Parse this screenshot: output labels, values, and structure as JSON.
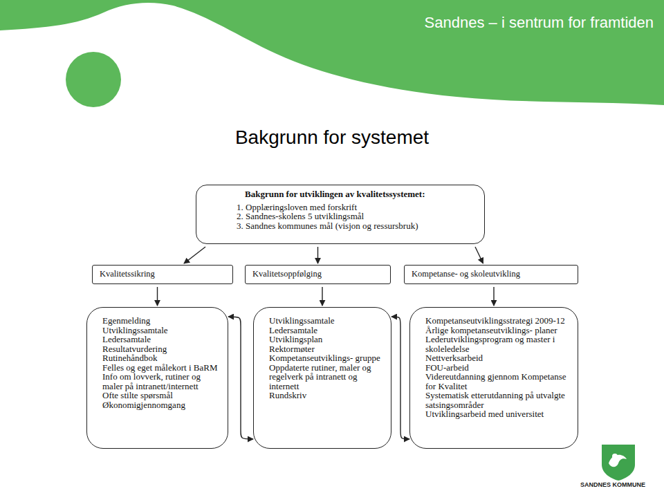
{
  "diagram": {
    "title": "Bakgrunn for systemet",
    "nodes": [
      {
        "text": [
          "Bakgrunn for utviklingen av kvalitetssystemet:",
          "1. Opplæringsloven med forskrift",
          "2. Sandnes-skolens 5 utviklingsmål",
          "3. Sandnes kommunes mål (visjon og ressursbruk)"
        ]
      },
      {
        "text": [
          "Kvalitetssikring"
        ]
      },
      {
        "text": [
          "Kvalitetsoppfølging"
        ]
      },
      {
        "text": [
          "Kompetanse- og skoleutvikling"
        ]
      },
      {
        "text": [
          "Egenmelding",
          "Utviklingssamtale",
          "Ledersamtale",
          "Resultatvurdering",
          "Rutinehåndbok",
          "Felles og eget målekort i BaRM",
          "Info om lovverk, rutiner og maler på intranett/internett",
          "Ofte stilte spørsmål",
          "Økonomigjennomgang"
        ]
      },
      {
        "text": [
          "Utviklingssamtale",
          "Ledersamtale",
          "Utviklingsplan",
          "Rektormøter",
          "Kompetanseutviklings- gruppe",
          "Oppdaterte rutiner, maler og regelverk på intranett og internett",
          "Rundskriv"
        ]
      },
      {
        "text": [
          "Kompetanseutviklingsstrategi 2009-12",
          "Årlige kompetanseutviklings- planer",
          "Lederutviklingsprogram og master i skoleledelse",
          "Nettverksarbeid",
          "FOU-arbeid",
          "Videreutdanning gjennom Kompetanse for Kvalitet",
          "Systematisk etterutdanning på utvalgte satsingsområder",
          "Utviklingsarbeid med universitet"
        ]
      }
    ],
    "edges": [
      {
        "from": 0,
        "to": 1,
        "arrow": "to"
      },
      {
        "from": 0,
        "to": 2,
        "arrow": "to"
      },
      {
        "from": 0,
        "to": 3,
        "arrow": "to"
      },
      {
        "from": 1,
        "to": 4,
        "arrow": "to"
      },
      {
        "from": 2,
        "to": 5,
        "arrow": "to"
      },
      {
        "from": 3,
        "to": 6,
        "arrow": "to"
      },
      {
        "from": 4,
        "to": 5,
        "arrow": "both"
      },
      {
        "from": 5,
        "to": 6,
        "arrow": "both"
      }
    ],
    "labels": [
      "Sandnes – i sentrum for framtiden",
      "SANDNES KOMMUNE"
    ]
  }
}
